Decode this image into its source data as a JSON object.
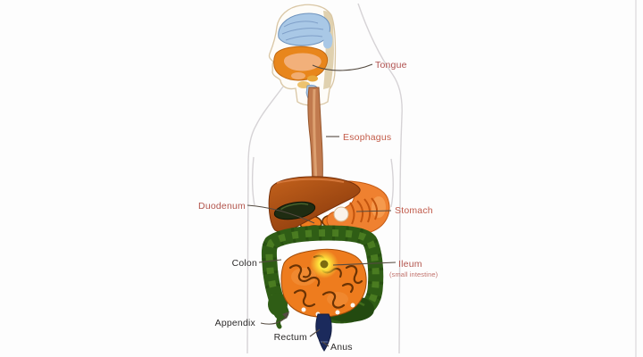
{
  "scene": {
    "description": "Human digestive system anatomical diagram",
    "background": "#fdfdfd",
    "labels": {
      "tongue": {
        "text": "Tongue",
        "color": "#b0504e"
      },
      "esophagus": {
        "text": "Esophagus",
        "color": "#c35c49"
      },
      "duodenum": {
        "text": "Duodenum",
        "color": "#b2544c"
      },
      "stomach": {
        "text": "Stomach",
        "color": "#c05a4a"
      },
      "colon": {
        "text": "Colon",
        "color": "#2e2c2c"
      },
      "ileum": {
        "text": "Ileum",
        "color": "#b2544c",
        "subtext": "(small intestine)",
        "subtext_color": "#c0706a"
      },
      "appendix": {
        "text": "Appendix",
        "color": "#2e2c2c"
      },
      "rectum": {
        "text": "Rectum",
        "color": "#2e2c2c"
      },
      "anus": {
        "text": "Anus",
        "color": "#2e2c2c"
      }
    },
    "organ_colors": {
      "body_outline": "#d6d3d6",
      "head_outline": "#d9c6a4",
      "sinus_blue": "#a9c8e6",
      "oral_cavity": "#e8861c",
      "tongue_fill": "#f2b07a",
      "esophagus": "#c17a4e",
      "liver_dark": "#8a3a0c",
      "liver_light": "#c4621c",
      "stomach": "#ef8130",
      "gallbladder": "#1f2c12",
      "colon": "#2f5d15",
      "sigmoid": "#234a10",
      "small_intestine": "#ee7c1e",
      "intestine_lines": "#6b3304",
      "rectum": "#1b2a5c",
      "highlight_glow": "#ffe93e",
      "leader_line": "#544a40"
    }
  }
}
